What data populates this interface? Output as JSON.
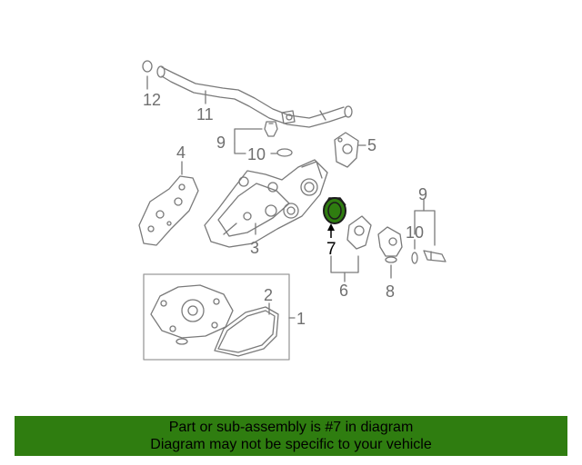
{
  "callouts": {
    "c1": "1",
    "c2": "2",
    "c3": "3",
    "c4": "4",
    "c5": "5",
    "c6": "6",
    "c7": "7",
    "c8": "8",
    "c9a": "9",
    "c9b": "9",
    "c10a": "10",
    "c10b": "10",
    "c11": "11",
    "c12": "12"
  },
  "highlight": {
    "part": "7",
    "color": "#2f7d10"
  },
  "banner": {
    "line1": "Part or sub-assembly is #7 in diagram",
    "line2": "Diagram may not be specific to your vehicle",
    "color": "#2f7d10"
  }
}
